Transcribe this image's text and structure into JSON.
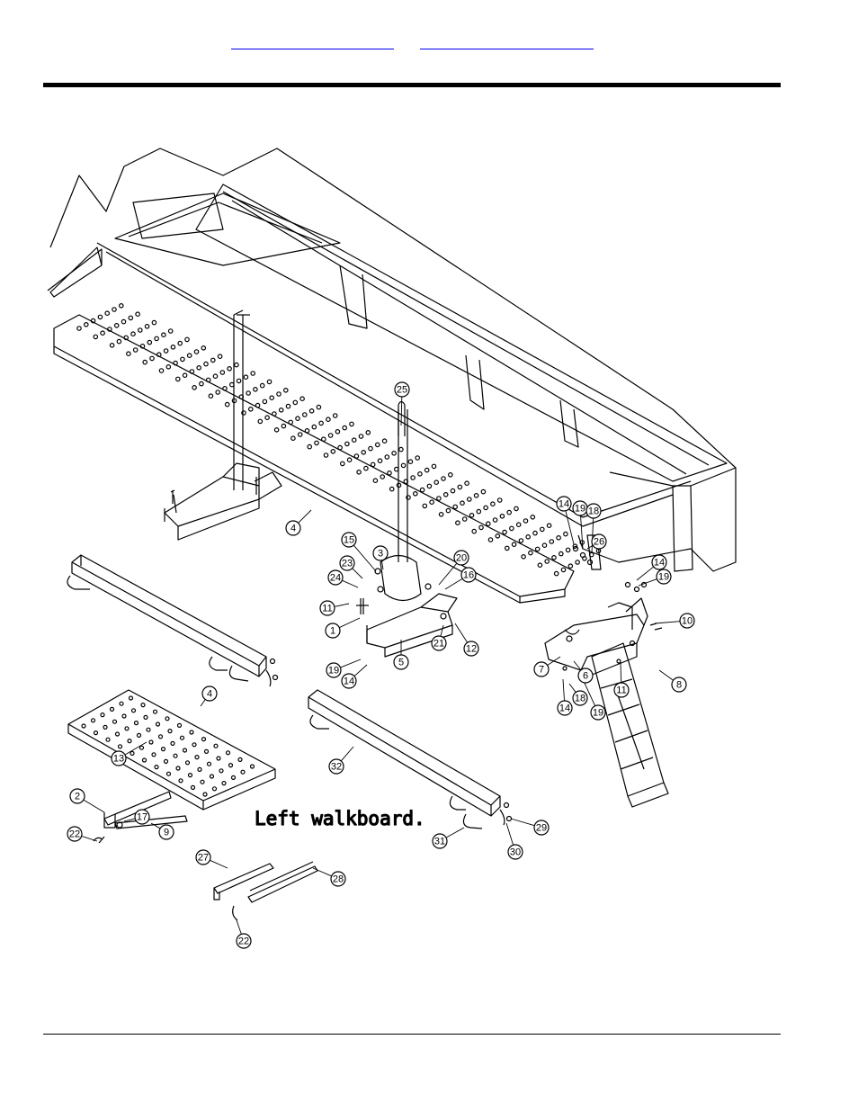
{
  "header": {
    "link_a": "",
    "link_b": ""
  },
  "diagram": {
    "caption": "Left walkboard.",
    "callouts": [
      {
        "id": "c25",
        "label": "25"
      },
      {
        "id": "c4a",
        "label": "4"
      },
      {
        "id": "c14a",
        "label": "14"
      },
      {
        "id": "c19a",
        "label": "19"
      },
      {
        "id": "c18a",
        "label": "18"
      },
      {
        "id": "c26",
        "label": "26"
      },
      {
        "id": "c15",
        "label": "15"
      },
      {
        "id": "c3",
        "label": "3"
      },
      {
        "id": "c20",
        "label": "20"
      },
      {
        "id": "c16",
        "label": "16"
      },
      {
        "id": "c23",
        "label": "23"
      },
      {
        "id": "c24",
        "label": "24"
      },
      {
        "id": "c11a",
        "label": "11"
      },
      {
        "id": "c1",
        "label": "1"
      },
      {
        "id": "c21",
        "label": "21"
      },
      {
        "id": "c12",
        "label": "12"
      },
      {
        "id": "c5",
        "label": "5"
      },
      {
        "id": "c19b",
        "label": "19"
      },
      {
        "id": "c14b",
        "label": "14"
      },
      {
        "id": "c14c",
        "label": "14"
      },
      {
        "id": "c19c",
        "label": "19"
      },
      {
        "id": "c10",
        "label": "10"
      },
      {
        "id": "c7",
        "label": "7"
      },
      {
        "id": "c6",
        "label": "6"
      },
      {
        "id": "c8",
        "label": "8"
      },
      {
        "id": "c11b",
        "label": "11"
      },
      {
        "id": "c18b",
        "label": "18"
      },
      {
        "id": "c14d",
        "label": "14"
      },
      {
        "id": "c19d",
        "label": "19"
      },
      {
        "id": "c4b",
        "label": "4"
      },
      {
        "id": "c13",
        "label": "13"
      },
      {
        "id": "c2",
        "label": "2"
      },
      {
        "id": "c17",
        "label": "17"
      },
      {
        "id": "c22a",
        "label": "22"
      },
      {
        "id": "c9",
        "label": "9"
      },
      {
        "id": "c32",
        "label": "32"
      },
      {
        "id": "c29",
        "label": "29"
      },
      {
        "id": "c31",
        "label": "31"
      },
      {
        "id": "c30",
        "label": "30"
      },
      {
        "id": "c27",
        "label": "27"
      },
      {
        "id": "c28",
        "label": "28"
      },
      {
        "id": "c22b",
        "label": "22"
      }
    ]
  },
  "colors": {
    "ink": "#000000",
    "link": "#0000ee",
    "background": "#ffffff"
  }
}
